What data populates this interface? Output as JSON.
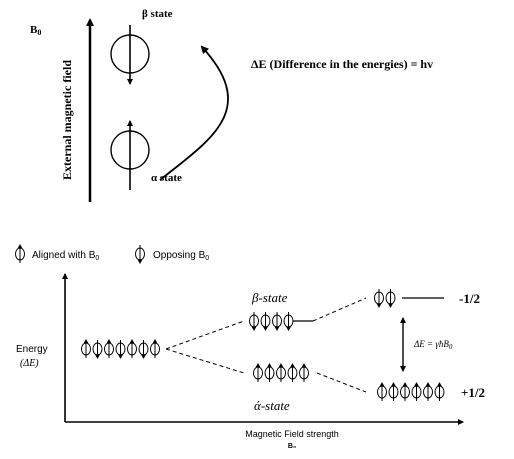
{
  "top": {
    "b0_label": "B",
    "b0_sub": "0",
    "field_axis_label": "External magnetic field",
    "beta_state_label": "β state",
    "alpha_state_label": "α state",
    "delta_e_label": "ΔE (Difference in the energies) = hv"
  },
  "bottom": {
    "legend_aligned": "Aligned with B",
    "legend_opposing": "Opposing B",
    "legend_sub": "0",
    "energy_label": "Energy",
    "energy_sub_label": "(ΔE)",
    "beta_state_label": "β-state",
    "alpha_state_label": "ά-state",
    "minus_half": "-1/2",
    "plus_half": "+1/2",
    "gap_label": "ΔE = γħB",
    "gap_sub": "0",
    "x_axis_label": "Magnetic Field strength",
    "x_axis_sub": "B₀"
  }
}
